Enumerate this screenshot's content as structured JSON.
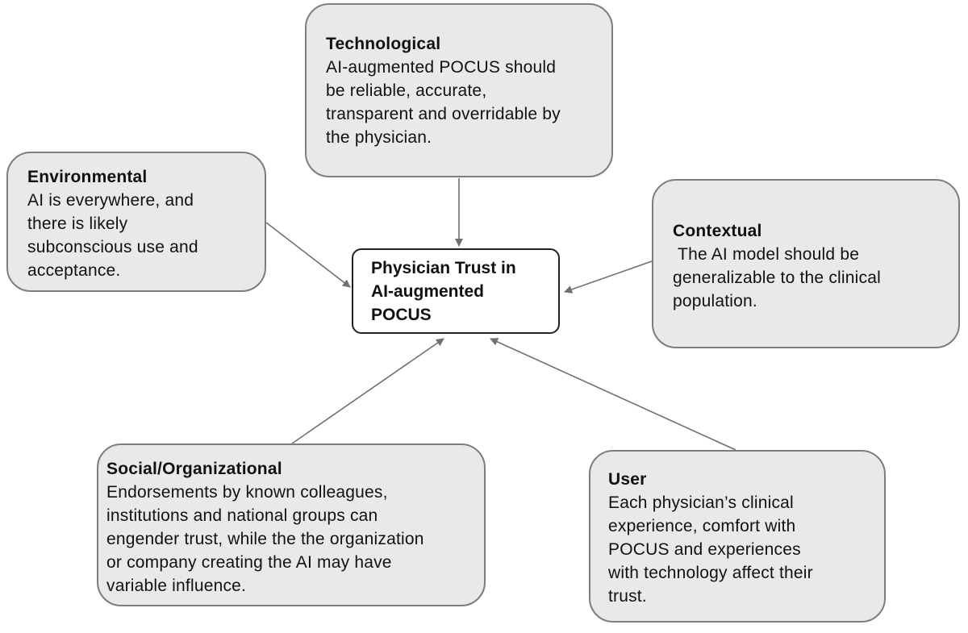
{
  "center": {
    "text": "Physician Trust in\nAI-augmented\nPOCUS"
  },
  "factors": {
    "technological": {
      "title": "Technological",
      "body": "AI-augmented POCUS should\nbe reliable, accurate,\ntransparent and overridable by\nthe physician."
    },
    "environmental": {
      "title": "Environmental",
      "body": "AI is everywhere, and\nthere is likely\nsubconscious use and\nacceptance."
    },
    "contextual": {
      "title": "Contextual",
      "body": " The AI model should be\ngeneralizable to the clinical\npopulation."
    },
    "social": {
      "title": "Social/Organizational",
      "body": "Endorsements by known colleagues,\ninstitutions and national groups can\nengender trust, while the the organization\nor company creating the AI may have\nvariable influence."
    },
    "user": {
      "title": "User",
      "body": "Each physician’s clinical\nexperience, comfort with\nPOCUS and experiences\nwith technology affect their\ntrust."
    }
  },
  "colors": {
    "box_fill": "#e9e9e9",
    "box_border": "#7d7d7d",
    "center_border": "#222222",
    "arrow": "#707070"
  }
}
